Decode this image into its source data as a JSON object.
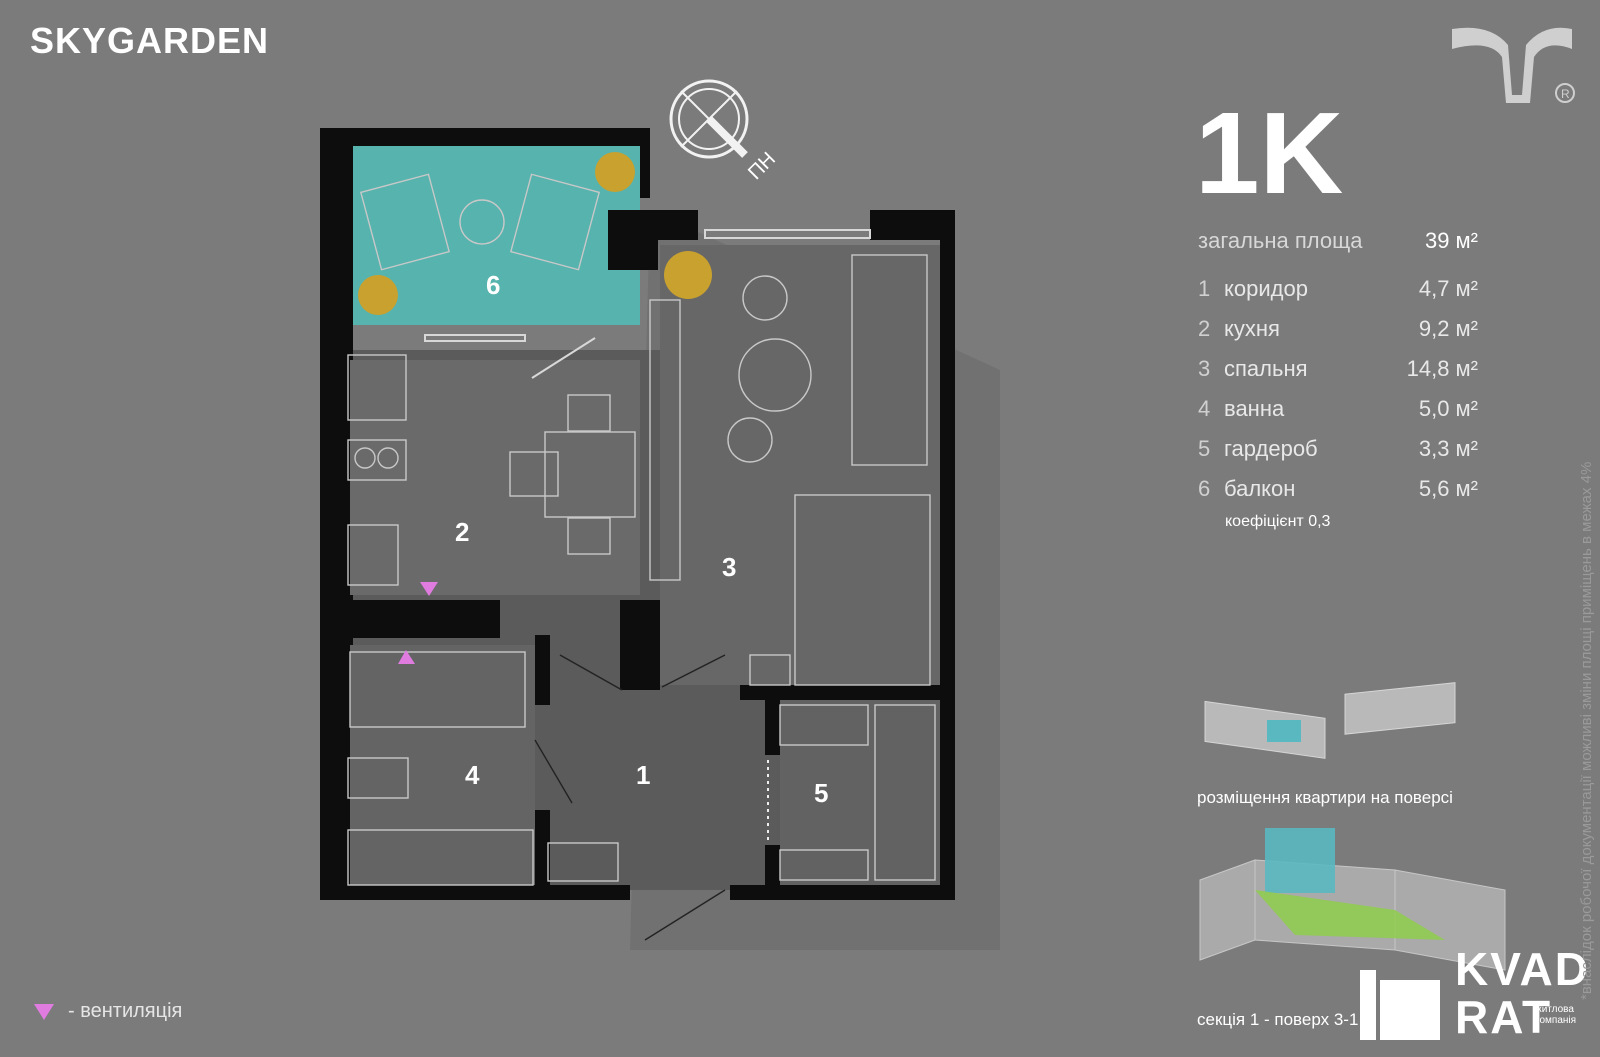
{
  "brand": "SKYGARDEN",
  "apartment": {
    "type": "1K",
    "total_label": "загальна площа",
    "total_value": "39 м²",
    "rooms": [
      {
        "num": "1",
        "name": "коридор",
        "area": "4,7 м²"
      },
      {
        "num": "2",
        "name": "кухня",
        "area": "9,2 м²"
      },
      {
        "num": "3",
        "name": "спальня",
        "area": "14,8 м²"
      },
      {
        "num": "4",
        "name": "ванна",
        "area": "5,0 м²"
      },
      {
        "num": "5",
        "name": "гардероб",
        "area": "3,3 м²"
      },
      {
        "num": "6",
        "name": "балкон",
        "area": "5,6 м²"
      }
    ],
    "coefficient": "коефіцієнт 0,3"
  },
  "plan_labels": [
    "1",
    "2",
    "3",
    "4",
    "5",
    "6"
  ],
  "compass": {
    "label": "ПН"
  },
  "legend": {
    "vent_label": "- вентиляція",
    "vent_color": "#e07be0"
  },
  "captions": {
    "floor_placement": "розміщення квартири на поверсі",
    "section": "секція 1 - поверх 3-1"
  },
  "vertical_note": "*внаслідок робочої документації можливі зміни площі приміщень в межах 4%",
  "kvadrat": {
    "line1": "KVAD",
    "line2": "RAT",
    "sub": "житлова компанія"
  },
  "colors": {
    "background": "#7b7b7b",
    "balcony": "#56b3ad",
    "wall": "#0d0d0d",
    "floor": "#5e5e5e",
    "highlight_teal": "#5ab8c0",
    "highlight_green": "#8fce4e"
  }
}
